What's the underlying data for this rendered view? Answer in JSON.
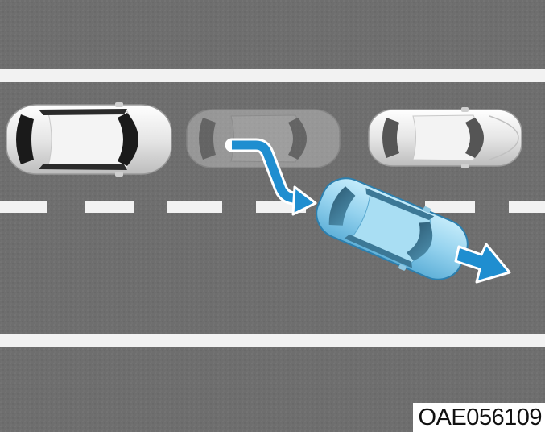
{
  "figure": {
    "code": "OAE056109"
  },
  "colors": {
    "asphalt": "#6f6f6f",
    "lane_marking": "#f2f2f2",
    "highlight_car": "#8fd0ee",
    "arrow": "#1f8ed0"
  },
  "vehicles": [
    {
      "role": "vehicle-behind",
      "state": "solid white"
    },
    {
      "role": "vehicle-previous-position",
      "state": "faded ghost"
    },
    {
      "role": "vehicle-ahead",
      "state": "solid white"
    },
    {
      "role": "vehicle-changing-lane",
      "state": "highlighted blue"
    }
  ],
  "arrows": [
    {
      "role": "lane-change-path-arrow"
    },
    {
      "role": "forward-motion-arrow"
    }
  ]
}
